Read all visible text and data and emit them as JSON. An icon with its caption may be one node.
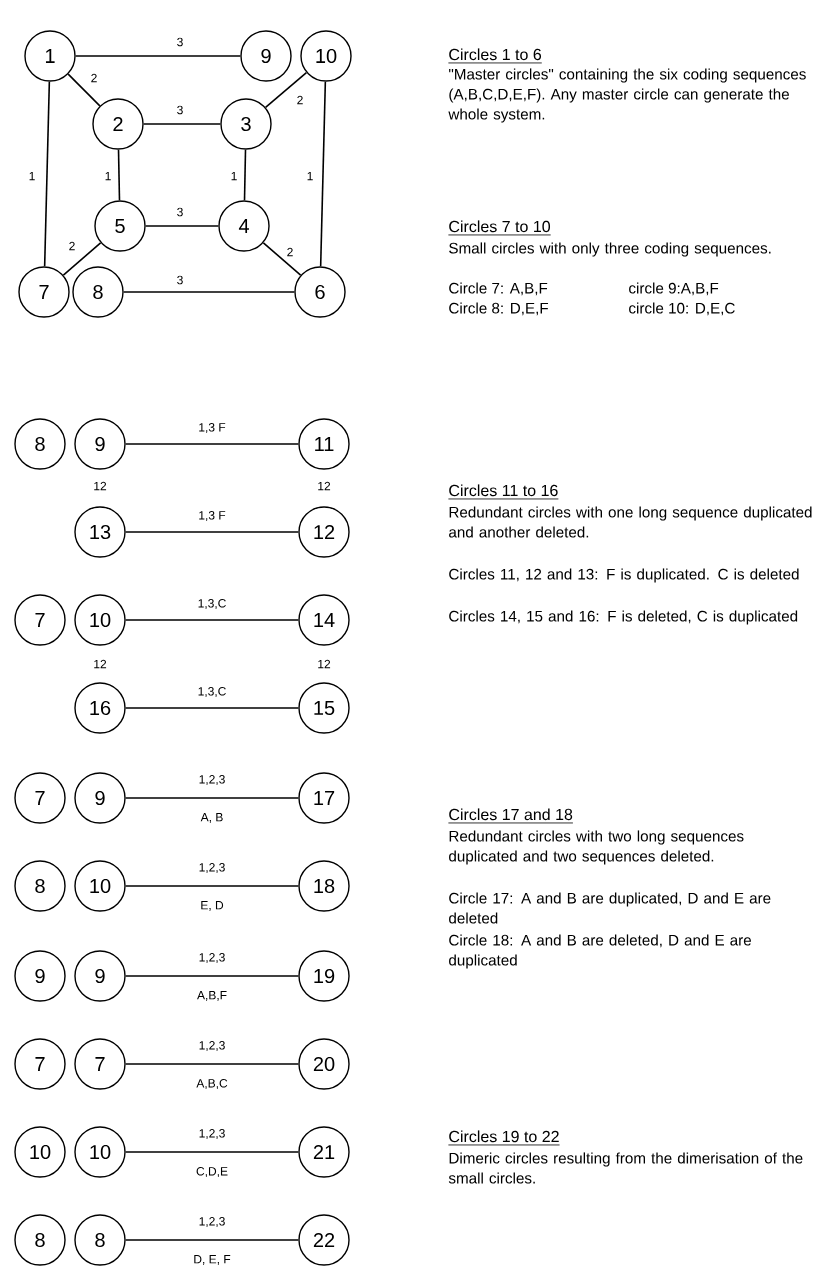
{
  "diagram": {
    "nodes": [
      {
        "text": [
          "1"
        ]
      },
      {
        "text": [
          "9"
        ]
      },
      {
        "text": [
          "10"
        ]
      },
      {
        "text": [
          "2"
        ]
      },
      {
        "text": [
          "3"
        ]
      },
      {
        "text": [
          "5"
        ]
      },
      {
        "text": [
          "4"
        ]
      },
      {
        "text": [
          "7"
        ]
      },
      {
        "text": [
          "8"
        ]
      },
      {
        "text": [
          "6"
        ]
      },
      {
        "text": [
          "8"
        ]
      },
      {
        "text": [
          "9"
        ]
      },
      {
        "text": [
          "11"
        ]
      },
      {
        "text": [
          "13"
        ]
      },
      {
        "text": [
          "12"
        ]
      },
      {
        "text": [
          "7"
        ]
      },
      {
        "text": [
          "10"
        ]
      },
      {
        "text": [
          "14"
        ]
      },
      {
        "text": [
          "16"
        ]
      },
      {
        "text": [
          "15"
        ]
      },
      {
        "text": [
          "7"
        ]
      },
      {
        "text": [
          "9"
        ]
      },
      {
        "text": [
          "17"
        ]
      },
      {
        "text": [
          "8"
        ]
      },
      {
        "text": [
          "10"
        ]
      },
      {
        "text": [
          "18"
        ]
      },
      {
        "text": [
          "9"
        ]
      },
      {
        "text": [
          "9"
        ]
      },
      {
        "text": [
          "19"
        ]
      },
      {
        "text": [
          "7"
        ]
      },
      {
        "text": [
          "7"
        ]
      },
      {
        "text": [
          "20"
        ]
      },
      {
        "text": [
          "10"
        ]
      },
      {
        "text": [
          "10"
        ]
      },
      {
        "text": [
          "21"
        ]
      },
      {
        "text": [
          "8"
        ]
      },
      {
        "text": [
          "8"
        ]
      },
      {
        "text": [
          "22"
        ]
      }
    ],
    "edges": [
      {
        "from": 0,
        "to": 1,
        "arrow": "none",
        "label": "3"
      },
      {
        "from": 0,
        "to": 3,
        "arrow": "none",
        "label": "2"
      },
      {
        "from": 0,
        "to": 7,
        "arrow": "none",
        "label": "1"
      },
      {
        "from": 3,
        "to": 4,
        "arrow": "none",
        "label": "3"
      },
      {
        "from": 3,
        "to": 5,
        "arrow": "none",
        "label": "1"
      },
      {
        "from": 4,
        "to": 2,
        "arrow": "none",
        "label": "2"
      },
      {
        "from": 4,
        "to": 6,
        "arrow": "none",
        "label": "1"
      },
      {
        "from": 2,
        "to": 9,
        "arrow": "none",
        "label": "1"
      },
      {
        "from": 5,
        "to": 6,
        "arrow": "none",
        "label": "3"
      },
      {
        "from": 5,
        "to": 7,
        "arrow": "none",
        "label": "2"
      },
      {
        "from": 6,
        "to": 9,
        "arrow": "none",
        "label": "2"
      },
      {
        "from": 8,
        "to": 9,
        "arrow": "none",
        "label": "3"
      },
      {
        "from": 11,
        "to": 12,
        "arrow": "none",
        "label": "1,3 F"
      },
      {
        "from": 13,
        "to": 14,
        "arrow": "none",
        "label": "1,3 F"
      },
      {
        "from": 16,
        "to": 17,
        "arrow": "none",
        "label": "1,3,C"
      },
      {
        "from": 18,
        "to": 19,
        "arrow": "none",
        "label": "1,3,C"
      },
      {
        "from": 21,
        "to": 22,
        "arrow": "none",
        "label": "1,2,3"
      },
      {
        "from": 24,
        "to": 25,
        "arrow": "none",
        "label": "1,2,3"
      },
      {
        "from": 27,
        "to": 28,
        "arrow": "none",
        "label": "1,2,3"
      },
      {
        "from": 30,
        "to": 31,
        "arrow": "none",
        "label": "1,2,3"
      },
      {
        "from": 33,
        "to": 34,
        "arrow": "none",
        "label": "1,2,3"
      },
      {
        "from": 36,
        "to": 37,
        "arrow": "none",
        "label": "1,2,3"
      }
    ],
    "labels": [
      "Circles 1 to 6",
      "\"Master circles\" containing the six coding sequences (A,B,C,D,E,F). Any master circle can generate the whole system.",
      "Circles 7 to 10",
      "Small circles with only three coding sequences.",
      "Circle 7: A,B,F",
      "circle 9:A,B,F",
      "Circle 8: D,E,F",
      "circle 10: D,E,C",
      "12",
      "12",
      "Circles 11 to 16",
      "Redundant circles with one long sequence duplicated and another deleted.",
      "Circles 11, 12 and 13: F is duplicated. C is deleted",
      "Circles 14, 15 and 16: F is deleted, C is duplicated",
      "12",
      "12",
      "Circles 17 and 18",
      "Redundant circles with two long sequences duplicated and two sequences deleted.",
      "Circle 17: A and B are duplicated, D and E are deleted",
      "Circle 18: A and B are deleted, D and E are duplicated",
      "A, B",
      "E, D",
      "A,B,F",
      "A,B,C",
      "C,D,E",
      "D, E, F",
      "Circles 19 to 22",
      "Dimeric circles resulting from the dimerisation of the small circles."
    ]
  }
}
